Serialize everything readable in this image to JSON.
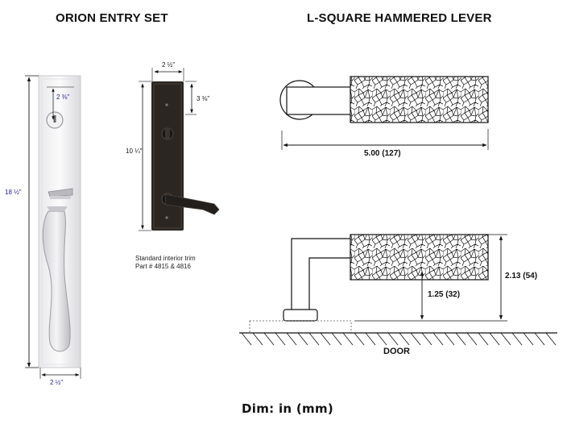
{
  "titles": {
    "left": "ORION ENTRY SET",
    "right": "L-SQUARE HAMMERED LEVER"
  },
  "orion": {
    "height_label": "18 ½\"",
    "width_label": "2 ½\"",
    "cylinder_label": "2 ⅜\""
  },
  "interior_trim": {
    "width_label": "2 ½\"",
    "height_label": "10 ¼\"",
    "spacing_label": "3 ⅜\"",
    "caption_line1": "Standard interior trim",
    "caption_line2": "Part # 4815 & 4816"
  },
  "lever": {
    "length_label": "5.00 (127)",
    "projection_label": "2.13 (54)",
    "rise_label": "1.25 (32)",
    "door_label": "DOOR"
  },
  "footer": "Dim: in (mm)",
  "colors": {
    "dimension_blue": "#1a1a9a",
    "trim_dark": "#2b2622",
    "line": "#111111"
  }
}
